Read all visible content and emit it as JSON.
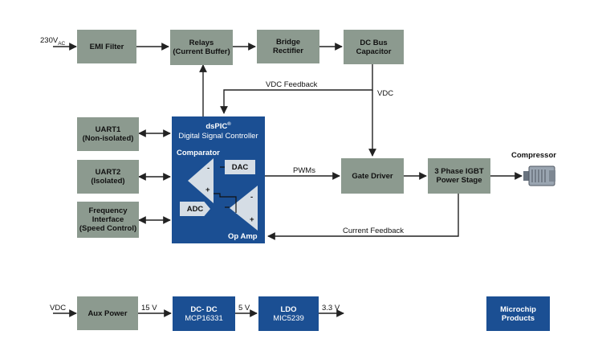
{
  "blocks": {
    "emi": {
      "line1": "EMI Filter"
    },
    "relays": {
      "line1": "Relays",
      "line2": "(Current Buffer)"
    },
    "bridge": {
      "line1": "Bridge",
      "line2": "Rectifier"
    },
    "dcbus": {
      "line1": "DC Bus",
      "line2": "Capacitor"
    },
    "uart1": {
      "line1": "UART1",
      "line2": "(Non-isolated)"
    },
    "uart2": {
      "line1": "UART2",
      "line2": "(Isolated)"
    },
    "freq": {
      "line1": "Frequency",
      "line2": "Interface",
      "line3": "(Speed Control)"
    },
    "gate": {
      "line1": "Gate Driver"
    },
    "igbt": {
      "line1": "3 Phase IGBT",
      "line2": "Power Stage"
    },
    "aux": {
      "line1": "Aux Power"
    },
    "dcdc": {
      "line1": "DC- DC",
      "line2": "MCP16331"
    },
    "ldo": {
      "line1": "LDO",
      "line2": "MIC5239"
    },
    "legend": {
      "line1": "Microchip",
      "line2": "Products"
    }
  },
  "controller": {
    "title": "dsPIC",
    "title_sup": "®",
    "subtitle": "Digital Signal Controller",
    "comparator": "Comparator",
    "dac": "DAC",
    "adc": "ADC",
    "opamp": "Op Amp",
    "minus": "-",
    "plus": "+"
  },
  "labels": {
    "vac": "230V",
    "vac_sub": "AC",
    "vdc_feedback": "VDC Feedback",
    "vdc": "VDC",
    "pwms": "PWMs",
    "current_feedback": "Current Feedback",
    "compressor": "Compressor",
    "vdc_in": "VDC",
    "v15": "15 V",
    "v5": "5 V",
    "v33": "3.3 V"
  },
  "colors": {
    "gray_block": "#8c9a8f",
    "microchip_blue": "#1b4f93",
    "wire": "#222222"
  },
  "icons": [
    "compressor-motor-icon"
  ]
}
